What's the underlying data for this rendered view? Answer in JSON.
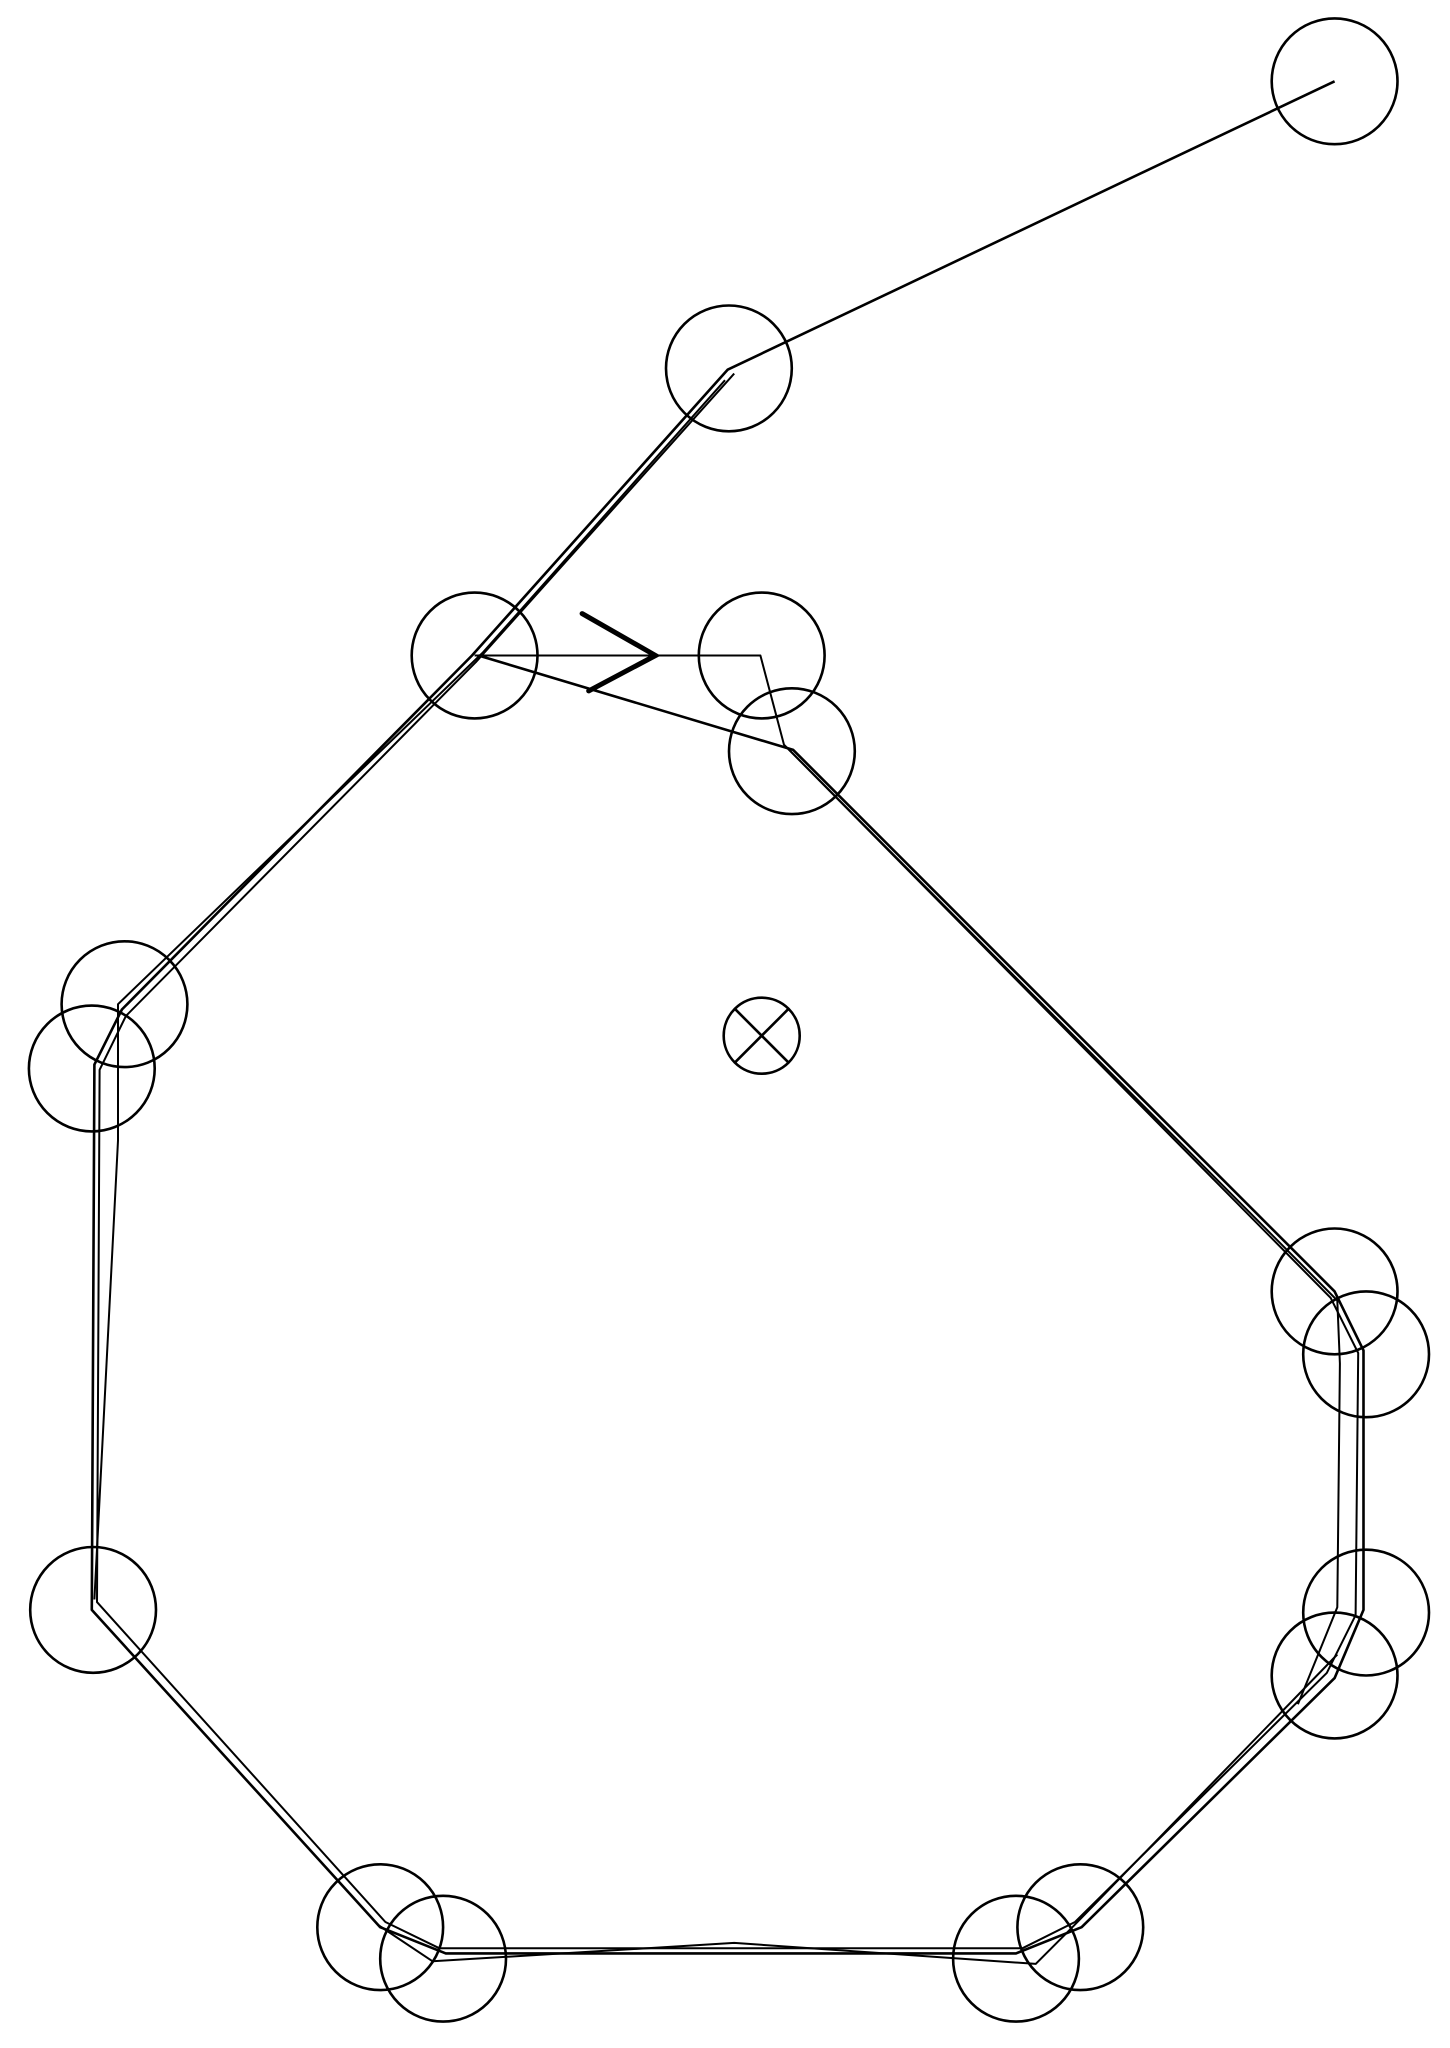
{
  "diagram": {
    "stroke_color": "#000000",
    "background_color": "#ffffff",
    "waypoint_marker": "circle",
    "center_marker": "circle-with-x",
    "direction_marker": "arrowhead"
  }
}
